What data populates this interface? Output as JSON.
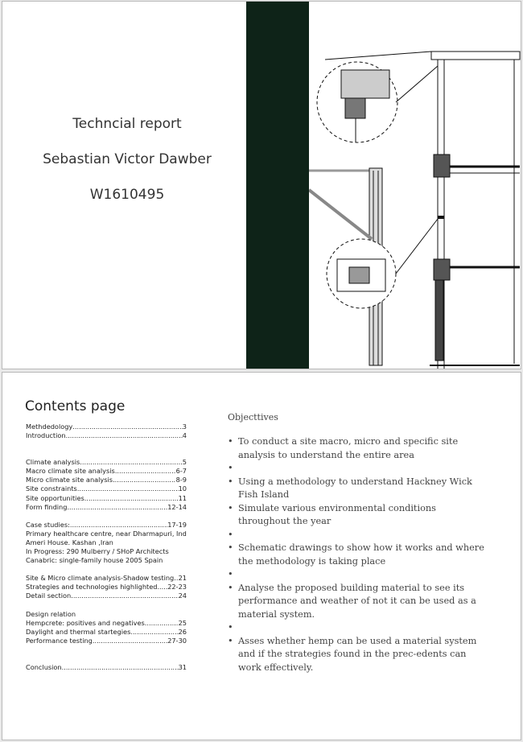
{
  "cover": {
    "title": "Techncial report",
    "author": "Sebastian Victor Dawber",
    "student_id": "W1610495"
  },
  "contents": {
    "heading": "Contents page",
    "groups": [
      [
        {
          "label": "Methdedology",
          "page": "3"
        },
        {
          "label": "Introduction",
          "page": "4"
        }
      ],
      [
        {
          "label": "Climate analysis",
          "page": "5"
        },
        {
          "label": "Macro climate site analysis",
          "page": "6-7"
        },
        {
          "label": "Micro climate site analysis",
          "page": "8-9"
        },
        {
          "label": "Site constraints",
          "page": "10"
        },
        {
          "label": "Site opportunities",
          "page": "11"
        },
        {
          "label": "Form finding",
          "page": "12-14"
        }
      ],
      [
        {
          "label": "Case studies:",
          "page": "17-19"
        },
        {
          "label": "Primary healthcare centre, near Dharmapuri, India",
          "page": ""
        },
        {
          "label": "Ameri House. Kashan ,Iran",
          "page": ""
        },
        {
          "label": "In Progress: 290 Mulberry / SHoP Architects",
          "page": ""
        },
        {
          "label": "Canabric: single-family house 2005 Spain",
          "page": ""
        }
      ],
      [
        {
          "label": "Site & Micro climate analysis-Shadow testing",
          "page": "21"
        },
        {
          "label": "Strategies and technologies highlighted",
          "page": "22-23"
        },
        {
          "label": "Detail section",
          "page": "24"
        }
      ],
      [
        {
          "label": "Design relation",
          "page": ""
        },
        {
          "label": "Hempcrete: positives and negatives",
          "page": "25"
        },
        {
          "label": "Daylight and thermal startegies",
          "page": "26"
        },
        {
          "label": "Performance testing",
          "page": "27-30"
        }
      ],
      [
        {
          "label": "Conclusion",
          "page": "31"
        }
      ]
    ]
  },
  "objectives": {
    "heading": "Objecttives",
    "items": [
      "To conduct a site macro, micro and specific site analysis to understand the entire  area",
      "",
      "Using a methodology to understand Hackney Wick Fish Island",
      "Simulate various environmental conditions throughout the year",
      "",
      "Schematic drawings to show how it works and where the methodology is taking place",
      "",
      "Analyse the proposed building material to see its performance and weather of not it can be used as a material system.",
      "",
      "Asses whether hemp can be used a material system and if the strategies found in the prec-edents can work effectively."
    ]
  },
  "colors": {
    "cover_band": "#0e2318"
  }
}
